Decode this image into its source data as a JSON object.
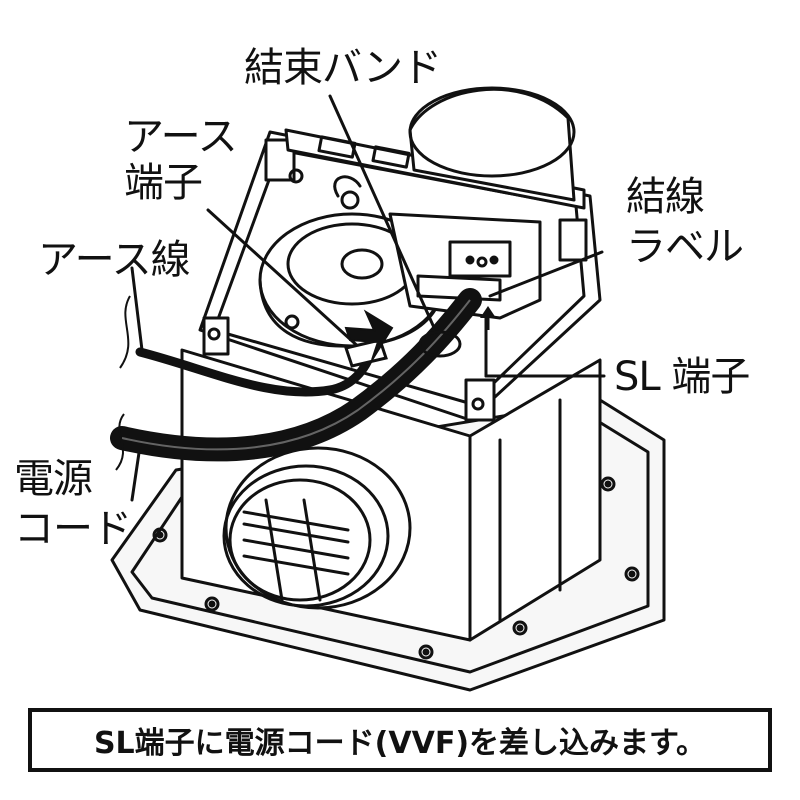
{
  "labels": {
    "binding_band": "結束バンド",
    "earth_terminal_line1": "アース",
    "earth_terminal_line2": "端子",
    "earth_wire": "アース線",
    "wiring_label_line1": "結線",
    "wiring_label_line2": "ラベル",
    "sl_terminal": "SL 端子",
    "power_cord_line1": "電源",
    "power_cord_line2": "コード"
  },
  "caption": "SL端子に電源コード(VVF)を差し込みます。",
  "colors": {
    "ink": "#111111",
    "paper": "#ffffff",
    "panel": "#f4f4f4"
  }
}
